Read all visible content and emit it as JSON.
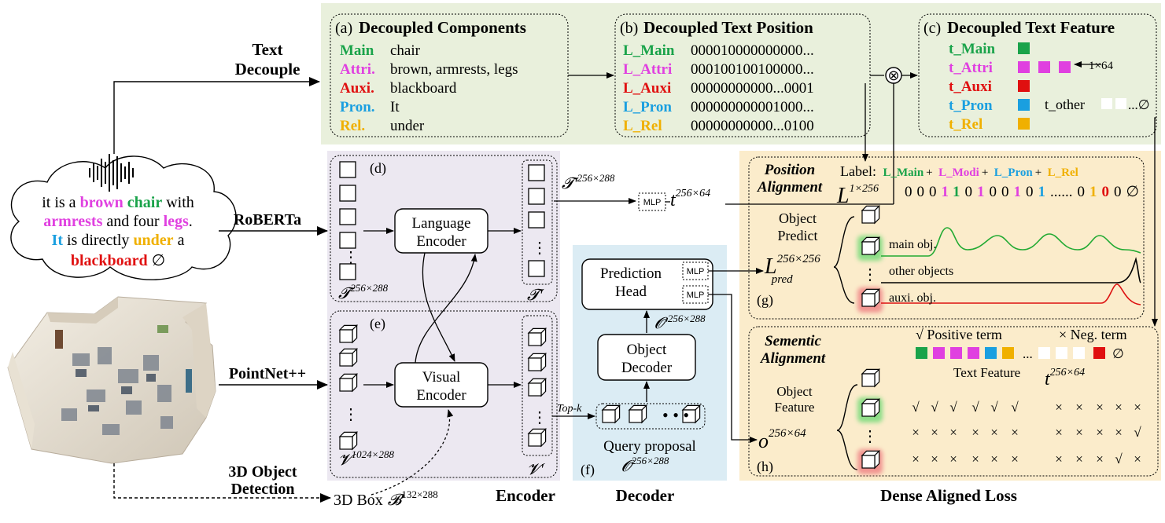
{
  "colors": {
    "main": "#1aa34a",
    "attri": "#e040e0",
    "auxi": "#e01010",
    "pron": "#1a9fe0",
    "rel": "#f0b000",
    "green_panel": "#e9f0dc",
    "purple_panel": "#ece8f1",
    "blue_panel": "#dbecf4",
    "orange_panel": "#fbeccb"
  },
  "input": {
    "text_decouple": [
      "Text",
      "Decouple"
    ],
    "sentence": {
      "l1": [
        "it is a ",
        "brown",
        " ",
        "chair",
        " with"
      ],
      "l2": [
        "armrests",
        " and four ",
        "legs",
        "."
      ],
      "l3": [
        "It",
        " is directly ",
        "under",
        " a"
      ],
      "l4": [
        "blackboard",
        " ∅"
      ]
    },
    "roberta": "RoBERTa",
    "pointnet": "PointNet++",
    "detection": [
      "3D Object",
      "Detection"
    ],
    "box": "3D Box",
    "box_sym": "𝓑",
    "box_sup": "132×288"
  },
  "panel_a": {
    "title_prefix": "(a)",
    "title": "Decoupled Components",
    "rows": [
      {
        "k": "Main",
        "v": "chair"
      },
      {
        "k": "Attri.",
        "v": "brown, armrests, legs"
      },
      {
        "k": "Auxi.",
        "v": "blackboard"
      },
      {
        "k": "Pron.",
        "v": "It"
      },
      {
        "k": "Rel.",
        "v": "under"
      }
    ]
  },
  "panel_b": {
    "title_prefix": "(b)",
    "title": "Decoupled Text Position",
    "rows": [
      {
        "k": "L_Main",
        "v": "000010000000000..."
      },
      {
        "k": "L_Attri",
        "v": "000100100100000..."
      },
      {
        "k": "L_Auxi",
        "v": "00000000000...0001"
      },
      {
        "k": "L_Pron",
        "v": "000000000001000..."
      },
      {
        "k": "L_Rel",
        "v": "00000000000...0100"
      }
    ]
  },
  "panel_c": {
    "title_prefix": "(c)",
    "title": "Decoupled Text Feature",
    "rows": [
      "t_Main",
      "t_Attri",
      "t_Auxi",
      "t_Pron",
      "t_Rel"
    ],
    "dim": "1×64",
    "other": "t_other",
    "other_tail": "...∅"
  },
  "multiply": "⊗",
  "encoder": {
    "d": "(d)",
    "e": "(e)",
    "lang": [
      "Language",
      "Encoder"
    ],
    "vis": [
      "Visual",
      "Encoder"
    ],
    "T": "𝓣",
    "T_sup": "256×288",
    "Tp": "𝓣'",
    "V": "𝓥",
    "V_sup": "1024×288",
    "Vp": "𝓥'",
    "T_out": "𝓣'",
    "T_out_sup": "256×288",
    "mlp": "MLP",
    "t": "t",
    "t_sup": "256×64",
    "label": "Encoder"
  },
  "decoder": {
    "f": "(f)",
    "pred": [
      "Prediction",
      "Head"
    ],
    "obj_dec": [
      "Object",
      "Decoder"
    ],
    "O_prime": "𝓞'",
    "O_prime_sup": "256×288",
    "topk": "Top-k",
    "query": "Query proposal",
    "O": "𝓞",
    "O_sup": "256×288",
    "label": "Decoder"
  },
  "loss": {
    "label": "Dense Aligned Loss",
    "g": "(g)",
    "h": "(h)",
    "pos_title": [
      "Position",
      "Alignment"
    ],
    "label_prefix": "Label:",
    "label_items": [
      {
        "t": "L_Main",
        "c": "main"
      },
      {
        "t": "L_Modi",
        "c": "attri"
      },
      {
        "t": "L_Pron",
        "c": "pron"
      },
      {
        "t": "L_Rel",
        "c": "rel"
      }
    ],
    "L": "L",
    "L_sup": "1×256",
    "seq": [
      {
        "t": "0",
        "c": "k"
      },
      {
        "t": "0",
        "c": "k"
      },
      {
        "t": "0",
        "c": "k"
      },
      {
        "t": "1",
        "c": "attri"
      },
      {
        "t": "1",
        "c": "main"
      },
      {
        "t": "0",
        "c": "k"
      },
      {
        "t": "1",
        "c": "attri"
      },
      {
        "t": "0",
        "c": "k"
      },
      {
        "t": "0",
        "c": "k"
      },
      {
        "t": "1",
        "c": "attri"
      },
      {
        "t": "0",
        "c": "k"
      },
      {
        "t": "1",
        "c": "pron"
      },
      {
        "t": "......",
        "c": "k"
      },
      {
        "t": "0",
        "c": "k"
      },
      {
        "t": "1",
        "c": "rel"
      },
      {
        "t": "0",
        "c": "auxi"
      },
      {
        "t": "0",
        "c": "k"
      },
      {
        "t": "∅",
        "c": "k"
      }
    ],
    "obj_pred": [
      "Object",
      "Predict"
    ],
    "Lpred": "L",
    "Lpred_sup": "256×256",
    "Lpred_sub": "pred",
    "curve_main": "main obj.",
    "curve_other": "other objects",
    "curve_auxi": "auxi. obj.",
    "sem_title": [
      "Sementic",
      "Alignment"
    ],
    "pos_term": "√ Positive term",
    "neg_term": "× Neg. term",
    "feature_swatches": [
      "main",
      "attri",
      "attri",
      "attri",
      "pron",
      "rel"
    ],
    "ellipsis": "...",
    "text_feature": "Text Feature",
    "tf_t": "t",
    "tf_sup": "256×64",
    "obj_feat": [
      "Object",
      "Feature"
    ],
    "o": "o",
    "o_sup": "256×64",
    "mat_rows": [
      [
        "√",
        "√",
        "√",
        "√",
        "√",
        "√",
        "×",
        "×",
        "×",
        "×",
        "×"
      ],
      [
        "×",
        "×",
        "×",
        "×",
        "×",
        "×",
        "×",
        "×",
        "×",
        "×",
        "√"
      ],
      [
        "×",
        "×",
        "×",
        "×",
        "×",
        "×",
        "×",
        "×",
        "×",
        "√",
        "×"
      ]
    ]
  }
}
